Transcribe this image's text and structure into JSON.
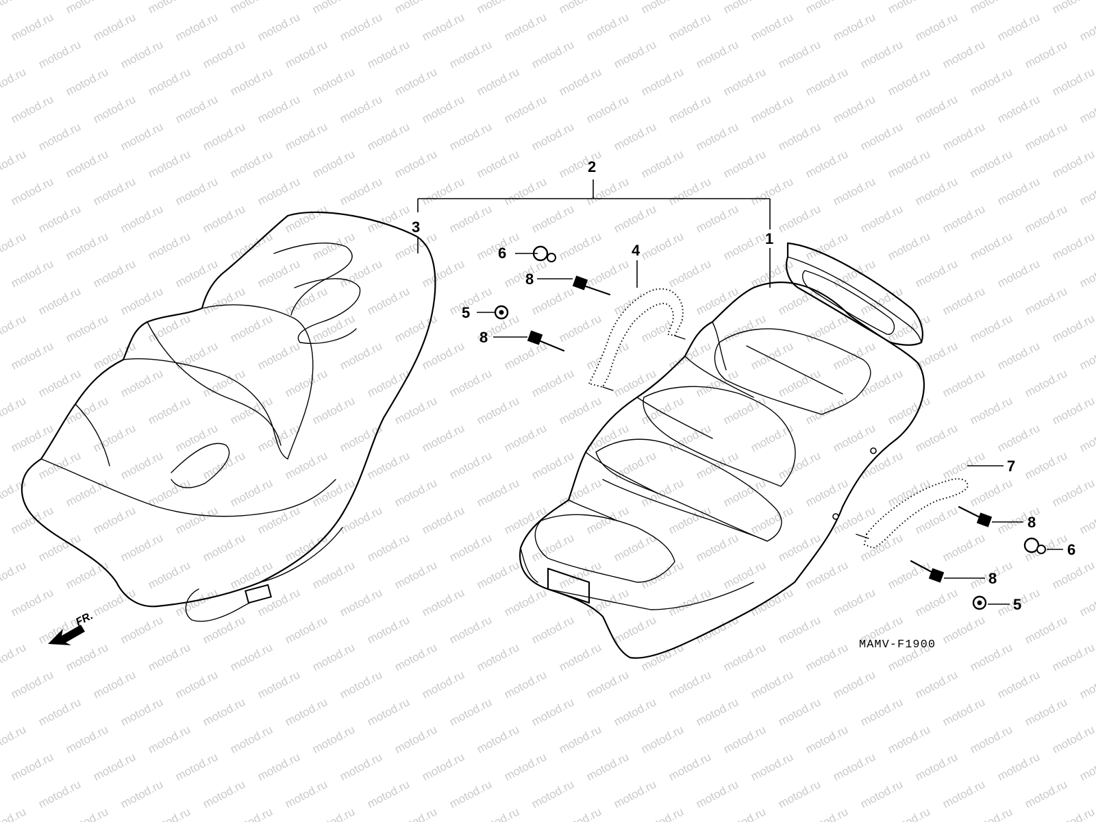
{
  "watermark": "motod.ru",
  "diagram_code": "MAMV-F1900",
  "direction_label": "FR.",
  "callouts": {
    "c1": "1",
    "c2": "2",
    "c3": "3",
    "c4": "4",
    "c5a": "5",
    "c5b": "5",
    "c6a": "6",
    "c6b": "6",
    "c7": "7",
    "c8a": "8",
    "c8b": "8",
    "c8c": "8",
    "c8d": "8"
  },
  "colors": {
    "ink": "#000000",
    "watermark": "#c9c9c9",
    "background": "#ffffff"
  }
}
